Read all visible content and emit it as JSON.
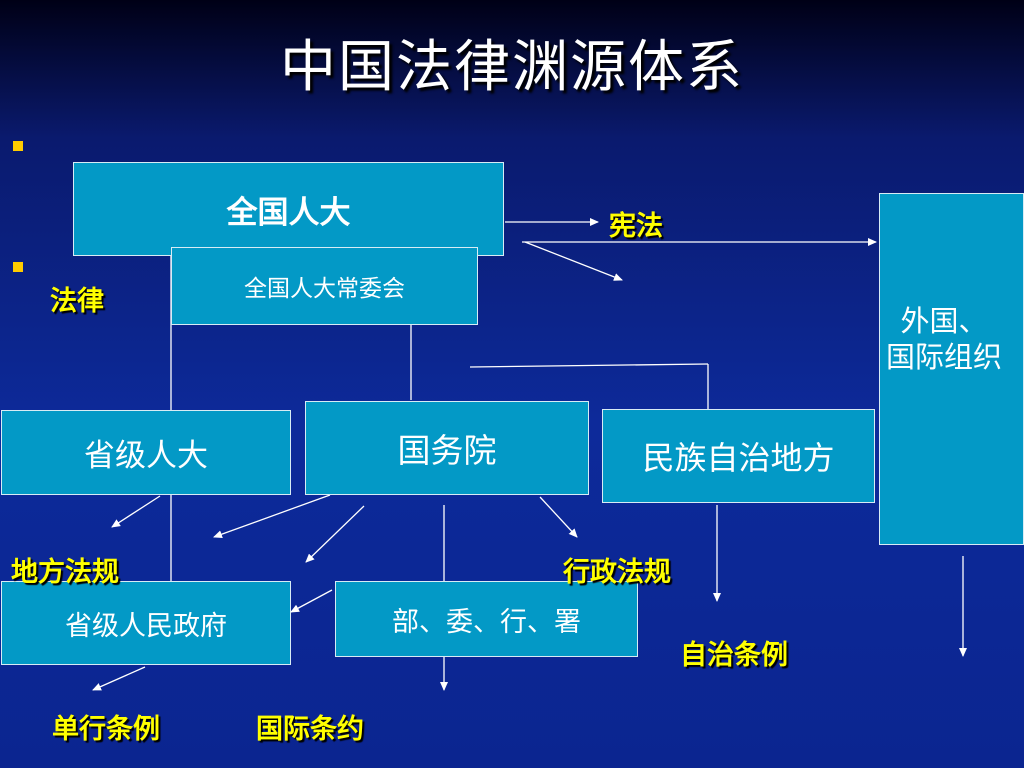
{
  "title": "中国法律渊源体系",
  "boxes": {
    "npc": "全国人大",
    "npc_standing": "全国人大常委会",
    "provincial_congress": "省级人大",
    "state_council": "国务院",
    "autonomous": "民族自治地方",
    "foreign": "外国、\n国际组织",
    "provincial_government": "省级人民政府",
    "ministries": "部、委、行、署"
  },
  "labels": {
    "constitution": "宪法",
    "law": "法律",
    "local_regulations": "地方法规",
    "administrative_regulations": "行政法规",
    "autonomous_regulations": "自治条例",
    "separate_regulations": "单行条例",
    "treaties": "国际条约"
  },
  "colors": {
    "box_fill": "#0399c6",
    "label_text": "#ffff00",
    "bullet": "#ffcc00"
  }
}
